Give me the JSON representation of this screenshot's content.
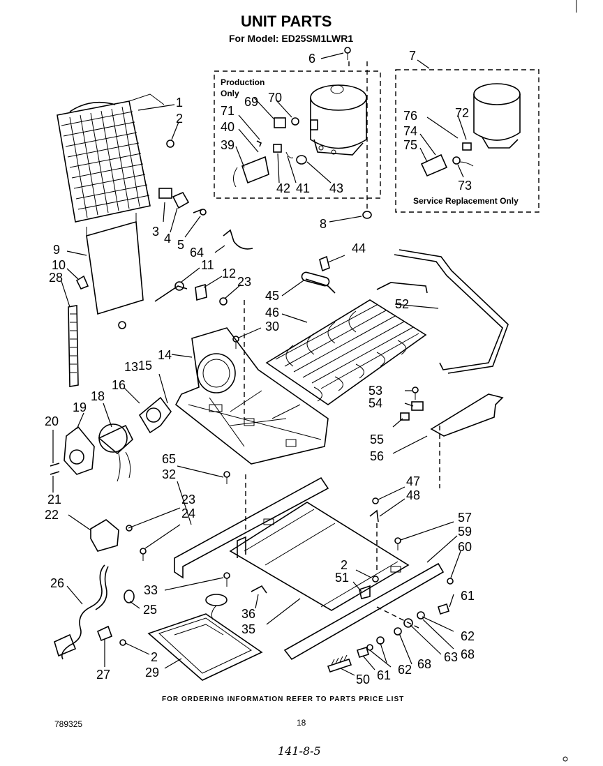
{
  "header": {
    "title": "UNIT PARTS",
    "subtitle": "For Model: ED25SM1LWR1"
  },
  "boxes": {
    "production_label_line1": "Production",
    "production_label_line2": "Only",
    "service_label": "Service Replacement Only"
  },
  "callouts": [
    "1",
    "2",
    "3",
    "4",
    "5",
    "6",
    "7",
    "8",
    "9",
    "10",
    "11",
    "12",
    "13",
    "14",
    "15",
    "16",
    "18",
    "19",
    "20",
    "21",
    "22",
    "23",
    "23",
    "24",
    "25",
    "26",
    "27",
    "28",
    "29",
    "30",
    "32",
    "33",
    "35",
    "36",
    "39",
    "40",
    "41",
    "42",
    "43",
    "44",
    "45",
    "46",
    "47",
    "48",
    "50",
    "51",
    "52",
    "53",
    "54",
    "55",
    "56",
    "57",
    "59",
    "60",
    "61",
    "61",
    "62",
    "62",
    "63",
    "64",
    "65",
    "68",
    "68",
    "69",
    "70",
    "71",
    "72",
    "73",
    "74",
    "75",
    "76",
    "2",
    "2"
  ],
  "footer": {
    "ordering_note": "FOR ORDERING INFORMATION REFER TO PARTS PRICE LIST",
    "doc_number": "789325",
    "page_number": "18",
    "handwritten": "141-8-5"
  }
}
